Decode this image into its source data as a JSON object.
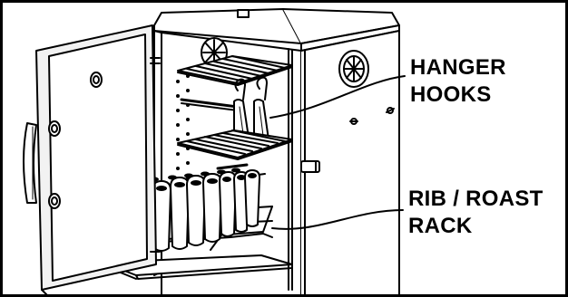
{
  "diagram": {
    "callouts": [
      {
        "id": "hanger-hooks",
        "lines": [
          "HANGER",
          "HOOKS"
        ]
      },
      {
        "id": "rib-roast-rack",
        "lines": [
          "RIB / ROAST",
          "RACK"
        ]
      }
    ],
    "colors": {
      "line": "#000000",
      "background": "#ffffff",
      "door_panel": "#f2f2f2",
      "rack_fill": "#ffffff"
    },
    "icon_names": [
      "smoker-cabinet-illustration",
      "fan-vent-icon",
      "hanger-hook-icon",
      "rib-roast-rack-icon"
    ]
  }
}
